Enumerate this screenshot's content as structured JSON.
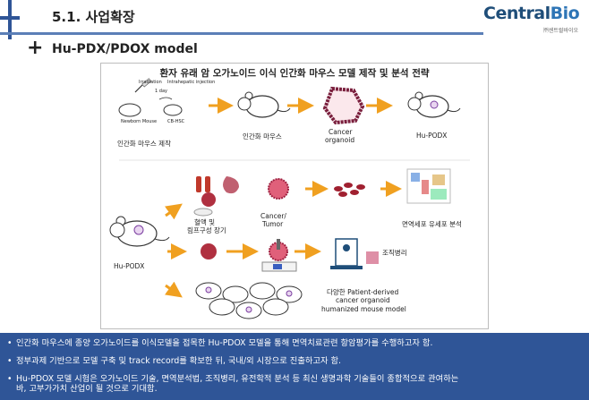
{
  "header": {
    "section_title": "5.1. 사업확장",
    "logo_main_a": "Central",
    "logo_main_b": "Bio",
    "logo_sub": "㈜센트럴바이오"
  },
  "subtitle": "Hu-PDX/PDOX model",
  "figure": {
    "title": "환자 유래 암 오가노이드 이식 인간화 마우스 모델 제작 및 분석 전략",
    "top_row": {
      "humanize_label": "인간화 마우스 제작",
      "mouse_label": "인간화 마우스",
      "organoid_label_1": "Cancer",
      "organoid_label_2": "organoid",
      "hupodx_label": "Hu-PODX",
      "newborn_label": "Newborn Mouse",
      "irradiation_label": "Irradiation",
      "day_label": "1 day",
      "injection_label": "Intrahepatic injection",
      "cells_label": "CB-HSC"
    },
    "bottom": {
      "hupdox_label": "Hu-PODX",
      "blood_label_1": "혈액 및",
      "blood_label_2": "림프구성 장기",
      "cancer_label_1": "Cancer/",
      "cancer_label_2": "Tumor",
      "immune_label": "면역세포 유세포 분석",
      "patho_label": "조직병리",
      "model_label_1": "다양한 Patient-derived",
      "model_label_2": "cancer organoid",
      "model_label_3": "humanized mouse model"
    }
  },
  "bullets": [
    "인간화 마우스에 종양 오가노이드를 이식모델을 접목한 Hu-PDOX 모델을 통해 면역치료관련 항암평가를 수행하고자 함.",
    "정부과제 기반으로 모델 구축 및 track record를 확보한 뒤, 국내/외 시장으로 진출하고자 함.",
    "Hu-PDOX 모델 시험은 오가노이드 기술, 면역분석법, 조직병리, 유전학적 분석 등 최신 생명과학 기술들이 종합적으로 관여하는",
    "바, 고부가가치 산업이 될 것으로 기대함."
  ],
  "colors": {
    "accent_blue": "#2f5597",
    "arrow_orange": "#f0a020",
    "organoid_red": "#c0392b"
  }
}
